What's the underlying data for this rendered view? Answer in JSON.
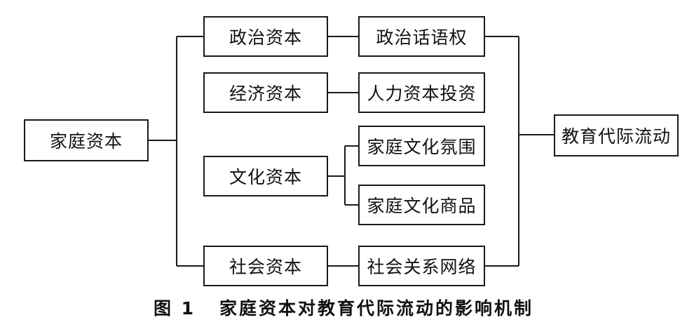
{
  "diagram": {
    "root": "家庭资本",
    "capitals": {
      "political": "政治资本",
      "economic": "经济资本",
      "cultural": "文化资本",
      "social": "社会资本"
    },
    "mechanisms": {
      "political_discourse": "政治话语权",
      "human_capital_investment": "人力资本投资",
      "family_cultural_atmosphere": "家庭文化氛围",
      "family_cultural_goods": "家庭文化商品",
      "social_network": "社会关系网络"
    },
    "outcome": "教育代际流动"
  },
  "caption": {
    "figure_number": "图 1",
    "title": "家庭资本对教育代际流动的影响机制"
  }
}
